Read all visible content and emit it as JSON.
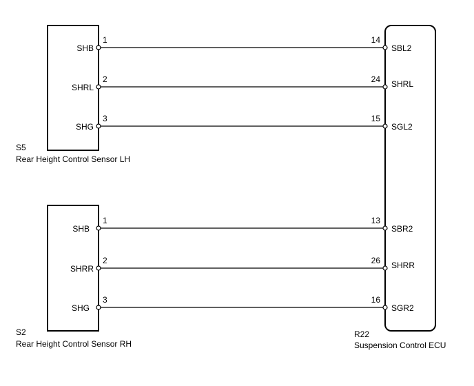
{
  "sensor_lh": {
    "id": "S5",
    "name": "Rear Height Control Sensor LH",
    "pins": [
      {
        "label": "SHB",
        "num": "1"
      },
      {
        "label": "SHRL",
        "num": "2"
      },
      {
        "label": "SHG",
        "num": "3"
      }
    ]
  },
  "sensor_rh": {
    "id": "S2",
    "name": "Rear Height Control Sensor RH",
    "pins": [
      {
        "label": "SHB",
        "num": "1"
      },
      {
        "label": "SHRR",
        "num": "2"
      },
      {
        "label": "SHG",
        "num": "3"
      }
    ]
  },
  "ecu": {
    "id": "R22",
    "name": "Suspension Control ECU",
    "pins_lh": [
      {
        "label": "SBL2",
        "num": "14"
      },
      {
        "label": "SHRL",
        "num": "24"
      },
      {
        "label": "SGL2",
        "num": "15"
      }
    ],
    "pins_rh": [
      {
        "label": "SBR2",
        "num": "13"
      },
      {
        "label": "SHRR",
        "num": "26"
      },
      {
        "label": "SGR2",
        "num": "16"
      }
    ]
  }
}
